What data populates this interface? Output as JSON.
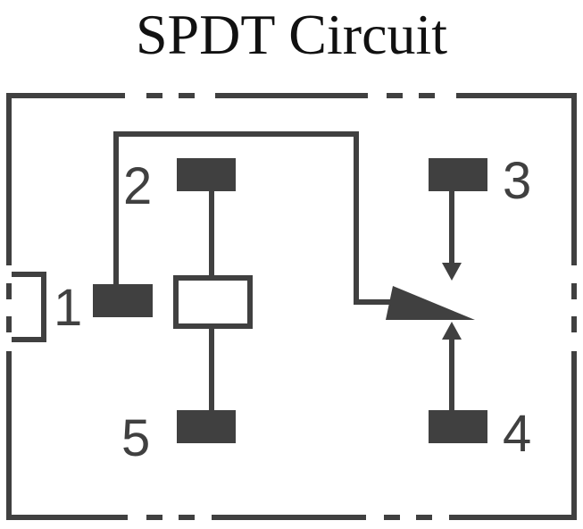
{
  "title": "SPDT Circuit",
  "colors": {
    "stroke": "#404040",
    "fill": "#404040",
    "background": "#ffffff"
  },
  "pins": [
    {
      "id": "1",
      "label": "1",
      "role": "common"
    },
    {
      "id": "2",
      "label": "2",
      "role": "coil"
    },
    {
      "id": "3",
      "label": "3",
      "role": "contact"
    },
    {
      "id": "4",
      "label": "4",
      "role": "contact"
    },
    {
      "id": "5",
      "label": "5",
      "role": "coil"
    }
  ],
  "components": {
    "coil": "relay-coil",
    "switch": "spdt-armature"
  }
}
